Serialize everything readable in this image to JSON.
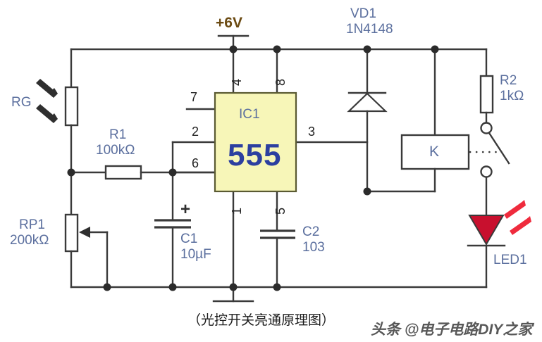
{
  "diagram": {
    "title_caption": "（光控开关亮通原理图）",
    "watermark": "头条 @电子电路DIY之家",
    "supply": {
      "label": "+6V",
      "color": "#6b4a12"
    },
    "colors": {
      "wire": "#3a3a3a",
      "label_blue": "#5b6f9e",
      "ic_fill": "#f7f6b8",
      "ic_text": "#2c3fa0",
      "led_red": "#c8102e",
      "led_ray": "#ef2b3d",
      "background": "#ffffff"
    }
  },
  "components": {
    "rg": {
      "ref": "RG",
      "value": "",
      "type": "photoresistor"
    },
    "r1": {
      "ref": "R1",
      "value": "100kΩ",
      "type": "resistor"
    },
    "r2": {
      "ref": "R2",
      "value": "1kΩ",
      "type": "resistor"
    },
    "rp1": {
      "ref": "RP1",
      "value": "200kΩ",
      "type": "potentiometer"
    },
    "c1": {
      "ref": "C1",
      "value": "10µF",
      "polarity": "+",
      "type": "electrolytic-capacitor"
    },
    "c2": {
      "ref": "C2",
      "value": "103",
      "type": "capacitor"
    },
    "vd1": {
      "ref": "VD1",
      "value": "1N4148",
      "type": "diode"
    },
    "ic1": {
      "ref": "IC1",
      "value": "555",
      "type": "timer-ic",
      "pins": [
        "1",
        "2",
        "3",
        "4",
        "5",
        "6",
        "7",
        "8"
      ]
    },
    "k": {
      "ref": "K",
      "value": "",
      "type": "relay"
    },
    "led1": {
      "ref": "LED1",
      "value": "",
      "type": "led"
    }
  },
  "pin_labels": {
    "p1": "1",
    "p2": "2",
    "p3": "3",
    "p4": "4",
    "p5": "5",
    "p6": "6",
    "p7": "7",
    "p8": "8"
  }
}
